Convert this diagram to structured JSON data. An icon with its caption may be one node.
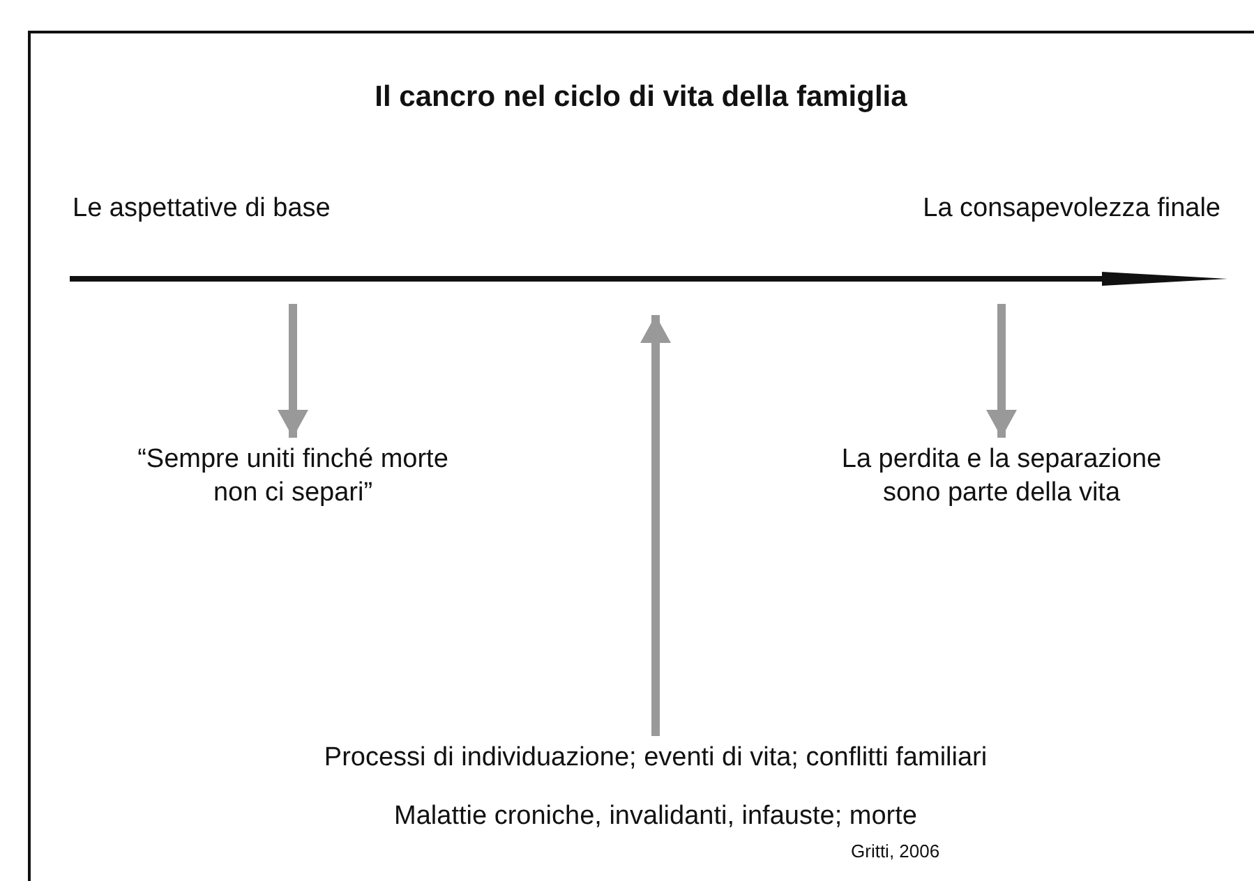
{
  "diagram": {
    "title": "Il cancro nel ciclo di vita della famiglia",
    "nodes": [
      {
        "text": [
          "“Sempre uniti finché morte non ci separi”"
        ]
      },
      {
        "text": [
          "La perdita e la separazione sono parte della vita"
        ]
      },
      {
        "text": [
          "Processi di individuazione; eventi di vita; conflitti familiari",
          "Malattie croniche, invalidanti, infauste; morte"
        ]
      }
    ],
    "edges": [
      {
        "from": null,
        "to": 0,
        "arrow": "to"
      },
      {
        "from": null,
        "to": 1,
        "arrow": "to"
      },
      {
        "from": 2,
        "to": null,
        "arrow": "to"
      }
    ],
    "labels": [
      "Le aspettative di base",
      "La consapevolezza finale",
      "Gritti, 2006"
    ]
  }
}
